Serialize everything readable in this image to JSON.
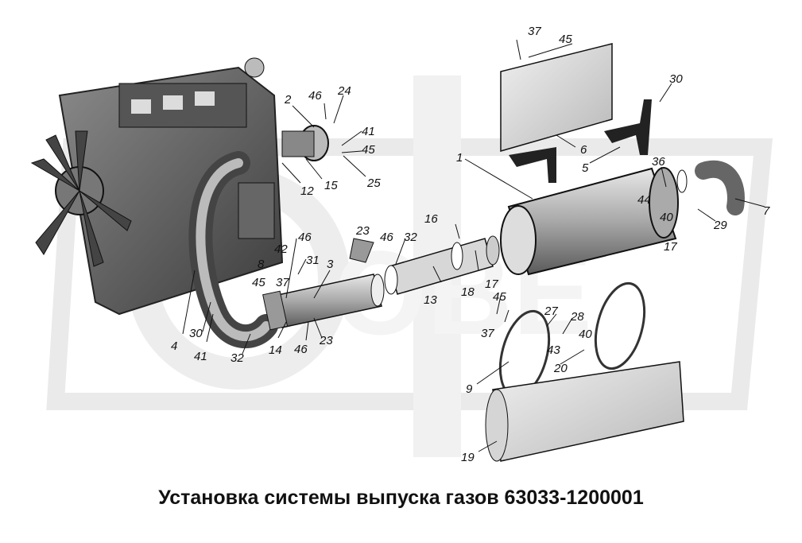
{
  "caption": "Установка системы выпуска газов 63033-1200001",
  "watermark": "ОВЕ",
  "colors": {
    "ink": "#111111",
    "part_light": "#d6d6d6",
    "part_mid": "#9a9a9a",
    "part_dark": "#3a3a3a",
    "watermark": "#e3e3e3"
  },
  "callouts": [
    {
      "id": "c-37a",
      "text": "37"
    },
    {
      "id": "c-45a",
      "text": "45"
    },
    {
      "id": "c-30a",
      "text": "30"
    },
    {
      "id": "c-2",
      "text": "2"
    },
    {
      "id": "c-46a",
      "text": "46"
    },
    {
      "id": "c-24",
      "text": "24"
    },
    {
      "id": "c-41a",
      "text": "41"
    },
    {
      "id": "c-45b",
      "text": "45"
    },
    {
      "id": "c-25",
      "text": "25"
    },
    {
      "id": "c-12",
      "text": "12"
    },
    {
      "id": "c-15",
      "text": "15"
    },
    {
      "id": "c-1",
      "text": "1"
    },
    {
      "id": "c-6",
      "text": "6"
    },
    {
      "id": "c-5",
      "text": "5"
    },
    {
      "id": "c-36",
      "text": "36"
    },
    {
      "id": "c-44",
      "text": "44"
    },
    {
      "id": "c-40a",
      "text": "40"
    },
    {
      "id": "c-7",
      "text": "7"
    },
    {
      "id": "c-29",
      "text": "29"
    },
    {
      "id": "c-17a",
      "text": "17"
    },
    {
      "id": "c-16",
      "text": "16"
    },
    {
      "id": "c-23a",
      "text": "23"
    },
    {
      "id": "c-46b",
      "text": "46"
    },
    {
      "id": "c-32a",
      "text": "32"
    },
    {
      "id": "c-46c",
      "text": "46"
    },
    {
      "id": "c-42",
      "text": "42"
    },
    {
      "id": "c-31",
      "text": "31"
    },
    {
      "id": "c-3",
      "text": "3"
    },
    {
      "id": "c-8",
      "text": "8"
    },
    {
      "id": "c-37b",
      "text": "37"
    },
    {
      "id": "c-45c",
      "text": "45"
    },
    {
      "id": "c-18",
      "text": "18"
    },
    {
      "id": "c-17b",
      "text": "17"
    },
    {
      "id": "c-13",
      "text": "13"
    },
    {
      "id": "c-45d",
      "text": "45"
    },
    {
      "id": "c-37c",
      "text": "37"
    },
    {
      "id": "c-27",
      "text": "27"
    },
    {
      "id": "c-28",
      "text": "28"
    },
    {
      "id": "c-40b",
      "text": "40"
    },
    {
      "id": "c-43",
      "text": "43"
    },
    {
      "id": "c-20",
      "text": "20"
    },
    {
      "id": "c-30b",
      "text": "30"
    },
    {
      "id": "c-41b",
      "text": "41"
    },
    {
      "id": "c-4",
      "text": "4"
    },
    {
      "id": "c-32b",
      "text": "32"
    },
    {
      "id": "c-14",
      "text": "14"
    },
    {
      "id": "c-46d",
      "text": "46"
    },
    {
      "id": "c-23b",
      "text": "23"
    },
    {
      "id": "c-9",
      "text": "9"
    },
    {
      "id": "c-19",
      "text": "19"
    }
  ]
}
